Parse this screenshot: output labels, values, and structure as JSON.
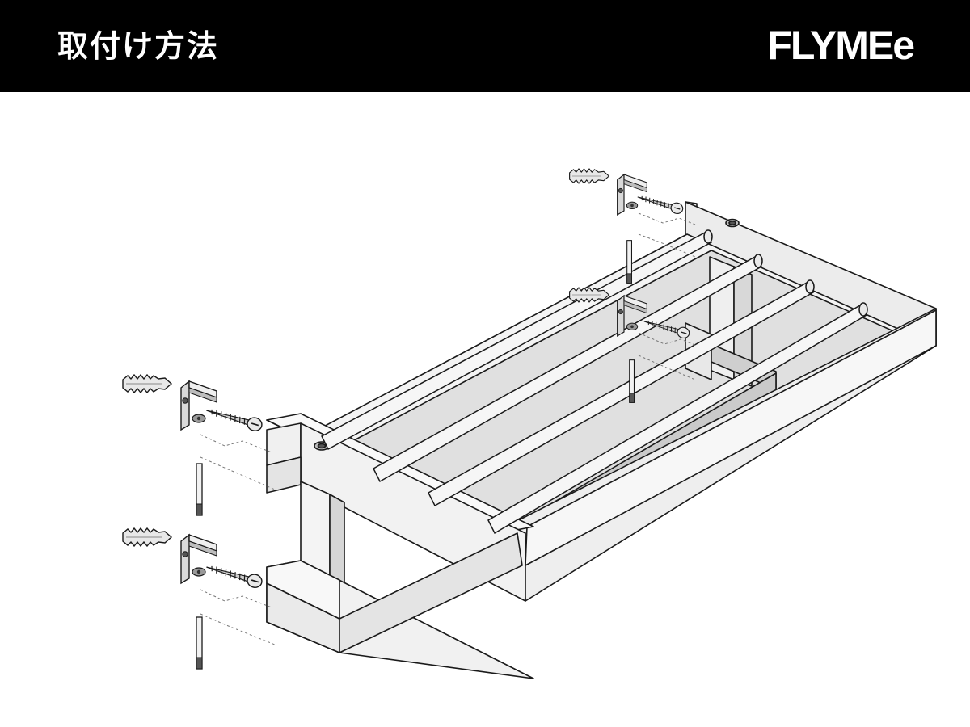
{
  "header": {
    "title": "取付け方法",
    "brand": "FLYMEe"
  },
  "colors": {
    "header_bg": "#000000",
    "header_text": "#ffffff",
    "frame_fill": "#f2f2f2",
    "frame_inner": "#e3e3e3",
    "frame_shade": "#d2d2d2",
    "outline": "#1a1a1a",
    "guide_line": "#777777"
  },
  "diagram": {
    "subject": "towel-rack",
    "icons": [
      "wall-anchor-icon",
      "mounting-bracket-icon",
      "wood-screw-icon",
      "dowel-pin-icon"
    ]
  }
}
